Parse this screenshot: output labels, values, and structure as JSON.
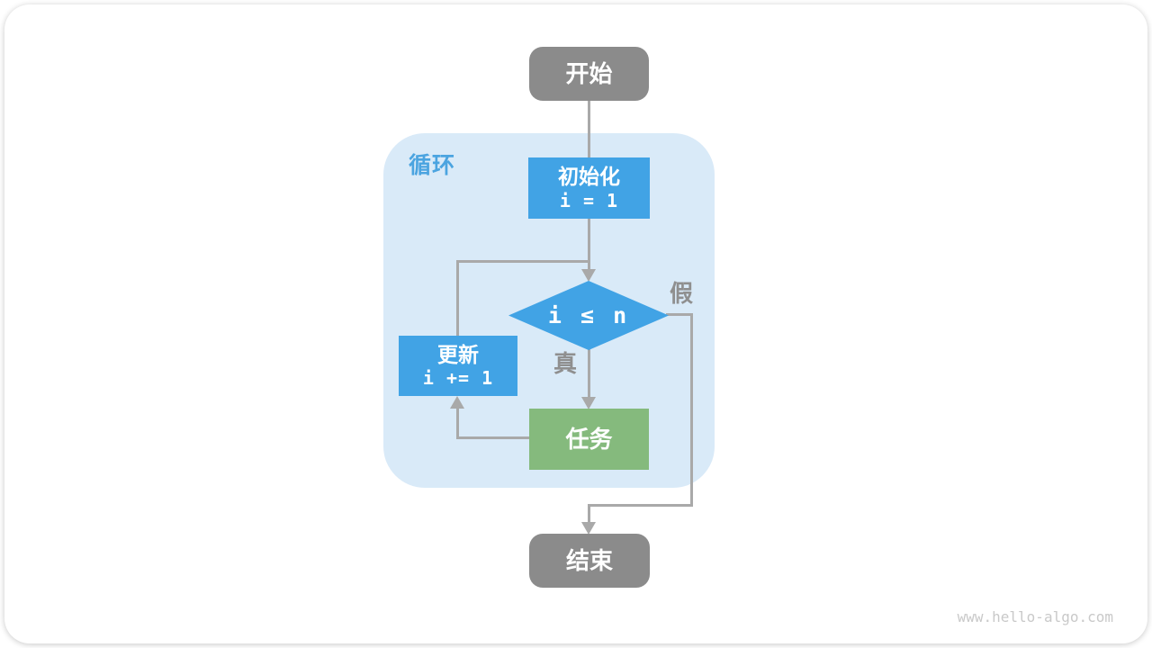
{
  "diagram": {
    "nodes": {
      "start": {
        "label": "开始"
      },
      "loop_region": {
        "label": "循环"
      },
      "init": {
        "title": "初始化",
        "code": "i = 1"
      },
      "condition": {
        "code": "i ≤ n"
      },
      "update": {
        "title": "更新",
        "code": "i += 1"
      },
      "task": {
        "label": "任务"
      },
      "end": {
        "label": "结束"
      }
    },
    "edge_labels": {
      "true_label": "真",
      "false_label": "假"
    }
  },
  "watermark": "www.hello-algo.com",
  "colors": {
    "accent_blue": "#41a3e5",
    "loop_bg": "#d9eaf8",
    "loop_label": "#4ba4e0",
    "task_green": "#85ba7d",
    "node_gray": "#8b8b8b",
    "line_gray": "#a9a9a9",
    "edge_label_gray": "#8f8f8f",
    "watermark_gray": "#c9c9c9"
  }
}
